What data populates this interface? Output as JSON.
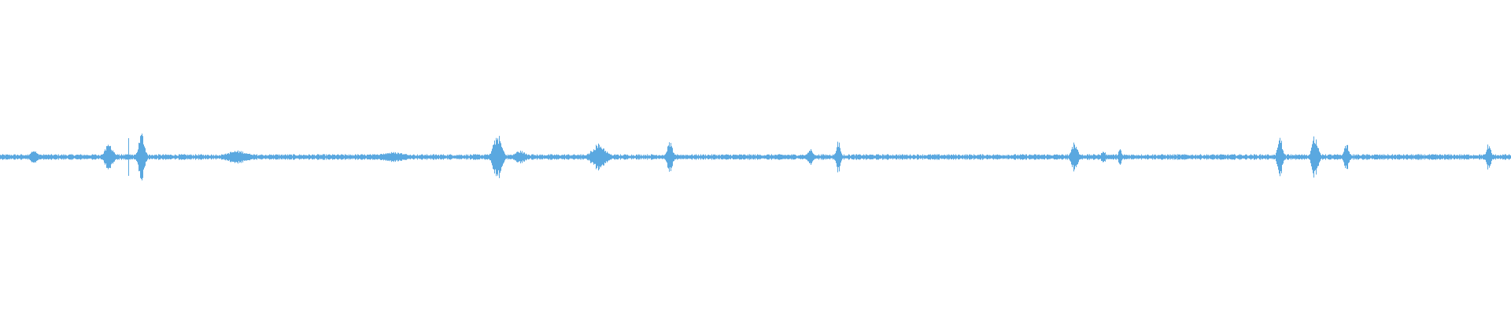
{
  "waveform": {
    "color": "#5aa8e0",
    "background": "#ffffff",
    "duration_relative": 1.0,
    "playhead_position": 0.0847,
    "baseline_level": 0.012,
    "events": [
      {
        "t": 0.0223,
        "amp": 0.045,
        "width": 0.0025
      },
      {
        "t": 0.072,
        "amp": 0.085,
        "width": 0.003
      },
      {
        "t": 0.0935,
        "amp": 0.16,
        "width": 0.0022
      },
      {
        "t": 0.157,
        "amp": 0.04,
        "width": 0.008
      },
      {
        "t": 0.26,
        "amp": 0.03,
        "width": 0.01
      },
      {
        "t": 0.329,
        "amp": 0.15,
        "width": 0.003
      },
      {
        "t": 0.344,
        "amp": 0.04,
        "width": 0.004
      },
      {
        "t": 0.396,
        "amp": 0.085,
        "width": 0.005
      },
      {
        "t": 0.443,
        "amp": 0.1,
        "width": 0.002
      },
      {
        "t": 0.536,
        "amp": 0.055,
        "width": 0.002
      },
      {
        "t": 0.5545,
        "amp": 0.11,
        "width": 0.0015
      },
      {
        "t": 0.711,
        "amp": 0.1,
        "width": 0.0022
      },
      {
        "t": 0.73,
        "amp": 0.045,
        "width": 0.0015
      },
      {
        "t": 0.741,
        "amp": 0.06,
        "width": 0.001
      },
      {
        "t": 0.847,
        "amp": 0.13,
        "width": 0.0018
      },
      {
        "t": 0.87,
        "amp": 0.14,
        "width": 0.0022
      },
      {
        "t": 0.891,
        "amp": 0.09,
        "width": 0.0018
      },
      {
        "t": 0.985,
        "amp": 0.09,
        "width": 0.0015
      }
    ]
  }
}
